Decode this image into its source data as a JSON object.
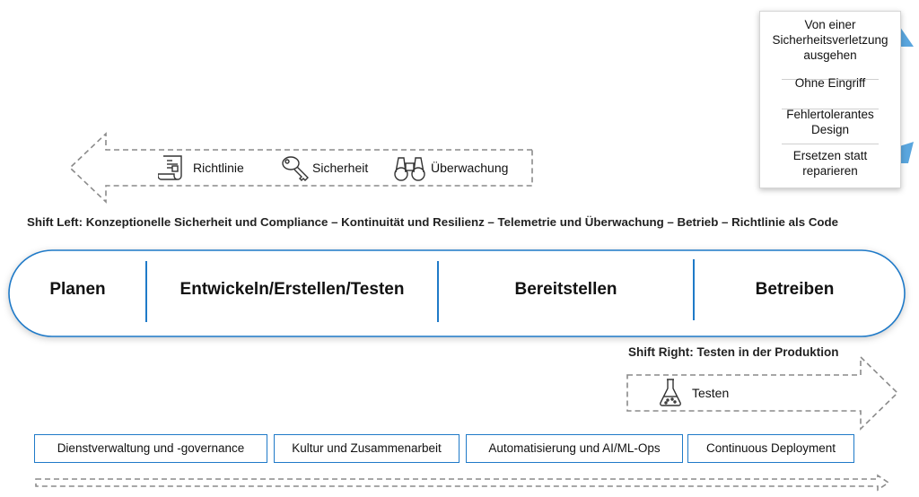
{
  "principles_card": {
    "items": [
      "Von einer Sicherheitsverletzung ausgehen",
      "Ohne Eingriff",
      "Fehlertolerantes Design",
      "Ersetzen statt reparieren"
    ]
  },
  "shift_left_tools": {
    "policy": {
      "label": "Richtlinie",
      "icon": "scroll-icon"
    },
    "security": {
      "label": "Sicherheit",
      "icon": "key-icon"
    },
    "monitoring": {
      "label": "Überwachung",
      "icon": "binoculars-icon"
    }
  },
  "shift_left_caption": "Shift Left: Konzeptionelle Sicherheit und Compliance – Kontinuität und Resilienz – Telemetrie und Überwachung – Betrieb – Richtlinie als Code",
  "phases": [
    "Planen",
    "Entwickeln/Erstellen/Testen",
    "Bereitstellen",
    "Betreiben"
  ],
  "shift_right_caption": "Shift Right: Testen in der Produktion",
  "shift_right_tool": {
    "label": "Testen",
    "icon": "flask-icon"
  },
  "capabilities": [
    "Dienstverwaltung und -governance",
    "Kultur und Zusammenarbeit",
    "Automatisierung und AI/ML-Ops",
    "Continuous Deployment"
  ],
  "colors": {
    "accent": "#1f7ac8",
    "dashed_arrow": "#8a8a8a",
    "card_tab": "#5aa6de"
  }
}
